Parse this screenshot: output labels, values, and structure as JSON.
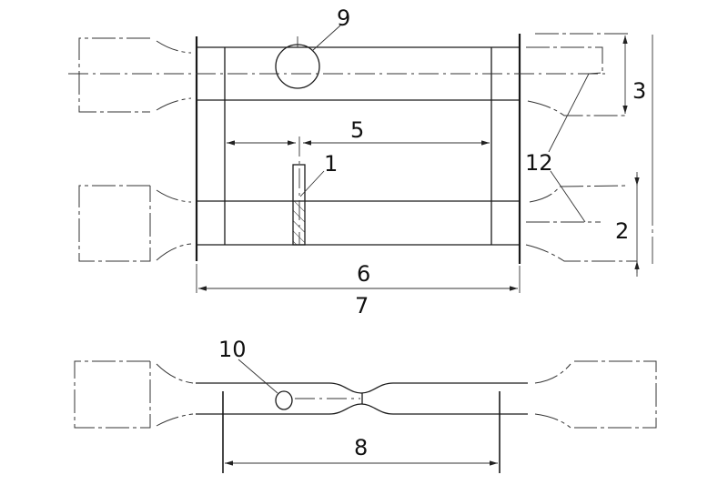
{
  "title": "Specimen layout drawing",
  "labels": {
    "l1": "1",
    "l2": "2",
    "l3": "3",
    "l5": "5",
    "l6": "6",
    "l7": "7",
    "l8": "8",
    "l9": "9",
    "l10": "10",
    "l12": "12"
  },
  "colors": {
    "ink": "#1a1a1a",
    "background": "#ffffff"
  }
}
